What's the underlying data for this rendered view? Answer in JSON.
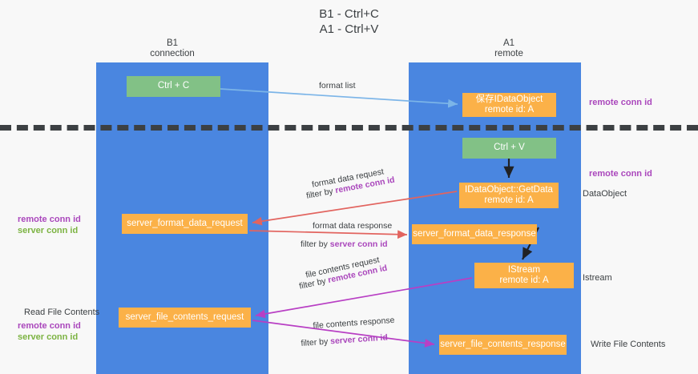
{
  "title": {
    "line1": "B1 - Ctrl+C",
    "line2": "A1 - Ctrl+V"
  },
  "columns": {
    "left": {
      "name": "B1",
      "role": "connection"
    },
    "right": {
      "name": "A1",
      "role": "remote"
    }
  },
  "colors": {
    "lane": "#4a86e0",
    "node_green": "#82c186",
    "node_orange": "#fbb148",
    "divider": "#3c4043",
    "accent_purple": "#aa47bc",
    "accent_green": "#7cb342",
    "arrow_blue": "#7cb5e8",
    "arrow_red": "#e2645f",
    "arrow_black": "#202124",
    "arrow_magenta": "#b83fc4",
    "page_bg": "#f8f8f8",
    "text": "#3c4043"
  },
  "nodes": {
    "ctrl_c": {
      "label": "Ctrl + C",
      "style": "green"
    },
    "save_idataobject": {
      "line1": "保存IDataObject",
      "line2": "remote id: A",
      "style": "orange"
    },
    "ctrl_v": {
      "label": "Ctrl + V",
      "style": "green"
    },
    "getdata": {
      "line1": "IDataObject::GetData",
      "line2": "remote id: A",
      "style": "orange"
    },
    "server_format_data_request": {
      "label": "server_format_data_request",
      "style": "orange"
    },
    "server_format_data_response": {
      "label": "server_format_data_response",
      "style": "orange"
    },
    "istream": {
      "line1": "IStream",
      "line2": "remote id: A",
      "style": "orange"
    },
    "server_file_contents_request": {
      "label": "server_file_contents_request",
      "style": "orange"
    },
    "server_file_contents_response": {
      "label": "server_file_contents_response",
      "style": "orange"
    }
  },
  "edges": {
    "format_list": {
      "label": "format list"
    },
    "format_data_request": {
      "label": "format data request",
      "filter_prefix": "filter by ",
      "filter_key": "remote conn id"
    },
    "format_data_response": {
      "label": "format data response",
      "filter_prefix": "filter by ",
      "filter_key": "server conn id"
    },
    "file_contents_request": {
      "label": "file contents request",
      "filter_prefix": "filter by ",
      "filter_key": "remote conn id"
    },
    "file_contents_response": {
      "label": "file contents response",
      "filter_prefix": "filter by ",
      "filter_key": "server conn id"
    }
  },
  "annotations": {
    "right_top_remote_conn_id": "remote conn id",
    "right_mid_remote_conn_id": "remote conn id",
    "right_dataobject": "DataObject",
    "right_istream": "Istream",
    "right_write_file_contents": "Write File Contents",
    "left_remote_conn_id": "remote conn id",
    "left_server_conn_id": "server conn id",
    "left_read_file_contents": "Read File Contents",
    "left_bottom_remote_conn_id": "remote conn id",
    "left_bottom_server_conn_id": "server conn id"
  }
}
